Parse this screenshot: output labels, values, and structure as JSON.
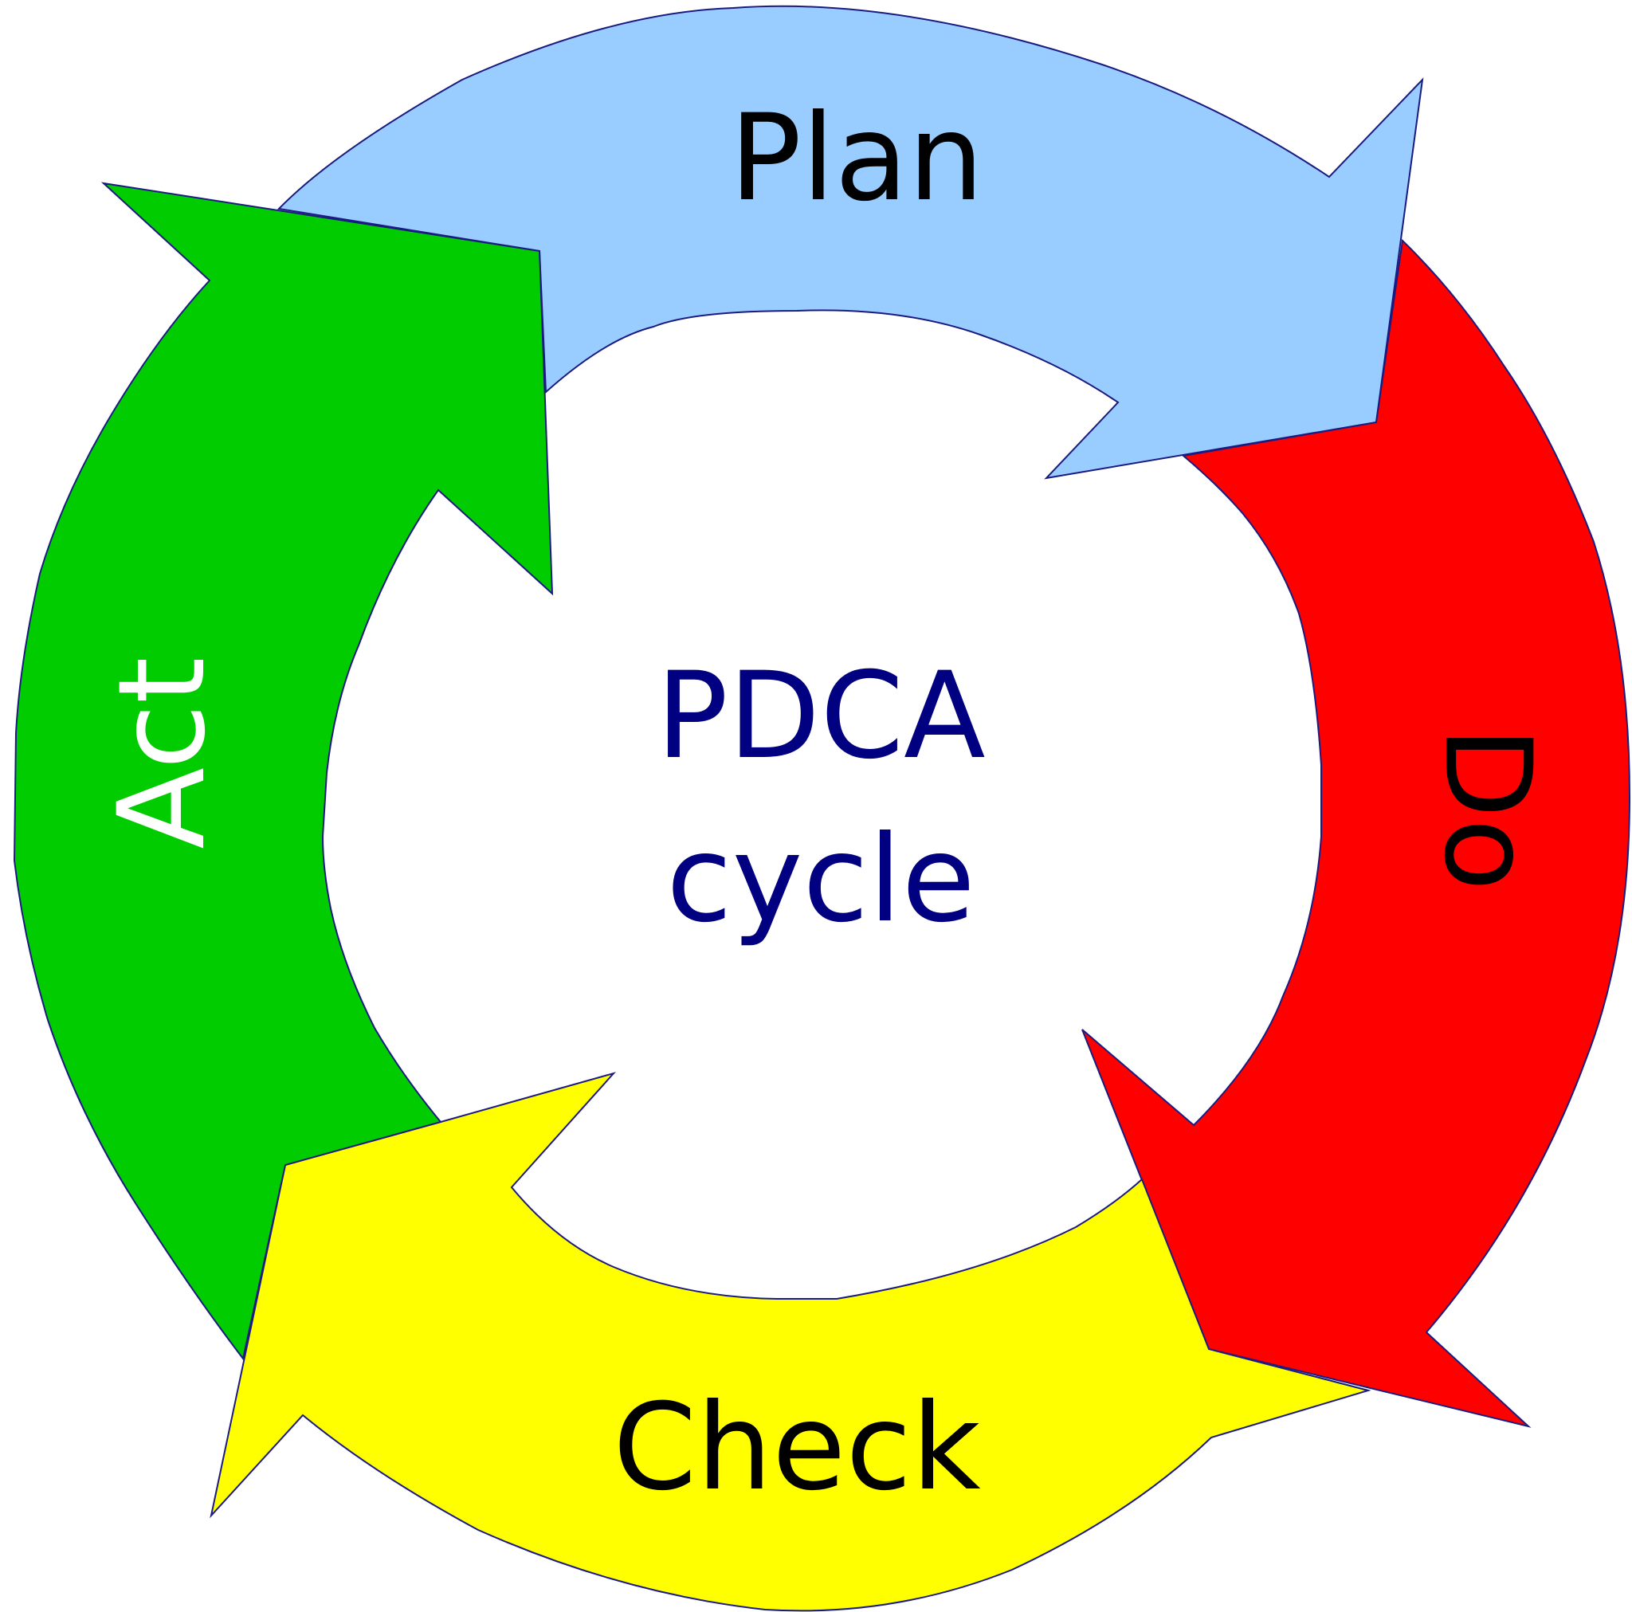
{
  "center": {
    "line1": "PDCA",
    "line2": "cycle",
    "color": "#000080"
  },
  "stages": [
    {
      "key": "plan",
      "label": "Plan",
      "fill": "#99ccff",
      "text_color": "#000000"
    },
    {
      "key": "do",
      "label": "Do",
      "fill": "#ff0000",
      "text_color": "#000000"
    },
    {
      "key": "check",
      "label": "Check",
      "fill": "#ffff00",
      "text_color": "#000000"
    },
    {
      "key": "act",
      "label": "Act",
      "fill": "#00cc00",
      "text_color": "#ffffff"
    }
  ],
  "outline_color": "#1a1a80"
}
